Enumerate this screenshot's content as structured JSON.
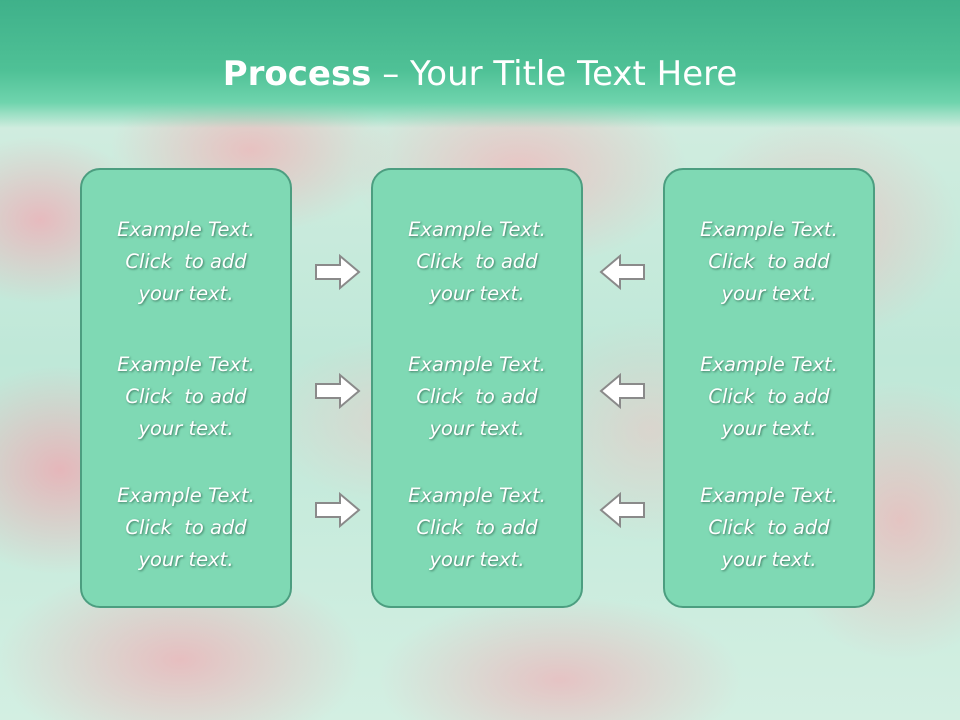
{
  "slide": {
    "title_bold": "Process",
    "title_rest": " – Your Title Text Here"
  },
  "panels": [
    {
      "items": [
        {
          "line1": "Example Text.",
          "line2": "Click  to add",
          "line3": "your text."
        },
        {
          "line1": "Example Text.",
          "line2": "Click  to add",
          "line3": "your text."
        },
        {
          "line1": "Example Text.",
          "line2": "Click  to add",
          "line3": "your text."
        }
      ]
    },
    {
      "items": [
        {
          "line1": "Example Text.",
          "line2": "Click  to add",
          "line3": "your text."
        },
        {
          "line1": "Example Text.",
          "line2": "Click  to add",
          "line3": "your text."
        },
        {
          "line1": "Example Text.",
          "line2": "Click  to add",
          "line3": "your text."
        }
      ]
    },
    {
      "items": [
        {
          "line1": "Example Text.",
          "line2": "Click  to add",
          "line3": "your text."
        },
        {
          "line1": "Example Text.",
          "line2": "Click  to add",
          "line3": "your text."
        },
        {
          "line1": "Example Text.",
          "line2": "Click  to add",
          "line3": "your text."
        }
      ]
    }
  ],
  "arrows": {
    "left_column": [
      "right-arrow-icon",
      "right-arrow-icon",
      "right-arrow-icon"
    ],
    "right_column": [
      "left-arrow-icon",
      "left-arrow-icon",
      "left-arrow-icon"
    ]
  },
  "colors": {
    "header": "#4fc196",
    "panel_fill": "#7fd9b4",
    "panel_border": "#4c9e80",
    "arrow_fill": "#ffffff",
    "arrow_stroke": "#8a8a8a"
  }
}
